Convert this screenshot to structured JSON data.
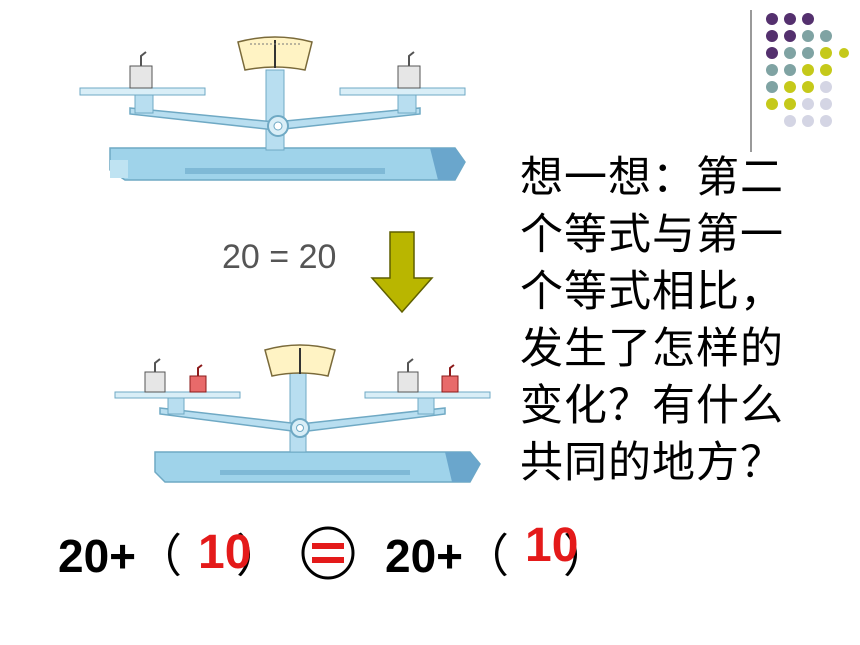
{
  "equation_top": "20 = 20",
  "question": "想一想：第二个等式与第一个等式相比，发生了怎样的变化？有什么共同的地方？",
  "equation_left_prefix": "20+",
  "equation_right_prefix": "20+",
  "paren_open": "（",
  "paren_close": "）",
  "answer_left": "10",
  "answer_right": "10",
  "colors": {
    "dots_purple": "#54306e",
    "dots_teal": "#7fa3a3",
    "dots_olive": "#c5c91a",
    "dots_light": "#d4d5e4",
    "scale_blue": "#9fd3ea",
    "arrow_olive": "#b9b600",
    "answer_red": "#e41a1a"
  }
}
